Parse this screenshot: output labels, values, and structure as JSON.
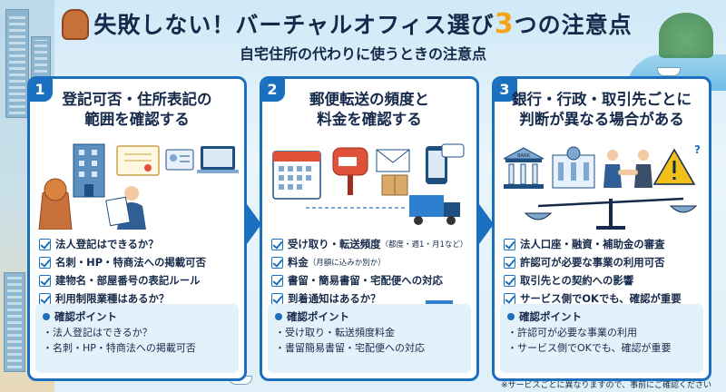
{
  "header": {
    "title_before": "失敗しない！バーチャルオフィス選び",
    "title_number": "3",
    "title_after": "つの注意点",
    "subtitle": "自宅住所の代わりに使うときの注意点"
  },
  "cards": [
    {
      "number": "1",
      "title_line1": "登記可否・住所表記の",
      "title_line2": "範囲を確認する",
      "checks": [
        "法人登記はできるか？",
        "名刺・HP・特商法への掲載可否",
        "建物名・部屋番号の表記ルール",
        "利用制限業種はあるか？"
      ],
      "point_title": "確認ポイント",
      "points": [
        "法人登記はできるか？",
        "名刺・HP・特商法への掲載可否"
      ]
    },
    {
      "number": "2",
      "title_line1": "郵便転送の頻度と",
      "title_line2": "料金を確認する",
      "checks": [
        "受け取り・転送頻度",
        "料金",
        "書留・簡易書留・宅配便への対応",
        "到着通知はあるか？"
      ],
      "check_notes": [
        "（都度・週1・月1など）",
        "（月額に込みか別か）"
      ],
      "point_title": "確認ポイント",
      "points": [
        "受け取り・転送頻度料金",
        "書留簡易書留・宅配便への対応"
      ]
    },
    {
      "number": "3",
      "title_line1": "銀行・行政・取引先ごとに",
      "title_line2": "判断が異なる場合がある",
      "checks": [
        "法人口座・融資・補助金の審査",
        "許認可が必要な事業の利用可否",
        "取引先との契約への影響",
        "サービス側でOKでも、確認が重要"
      ],
      "bank_label": "BANK",
      "point_title": "確認ポイント",
      "points": [
        "許認可が必要な事業の利用",
        "サービス側でOKでも、確認が重要"
      ]
    }
  ],
  "footnote": "※サービスごとに異なりますので、事前にご確認ください",
  "colors": {
    "accent": "#1a6fbf",
    "navy": "#15294a",
    "highlight": "#f2a51a",
    "panel": "#e4f1fb"
  }
}
